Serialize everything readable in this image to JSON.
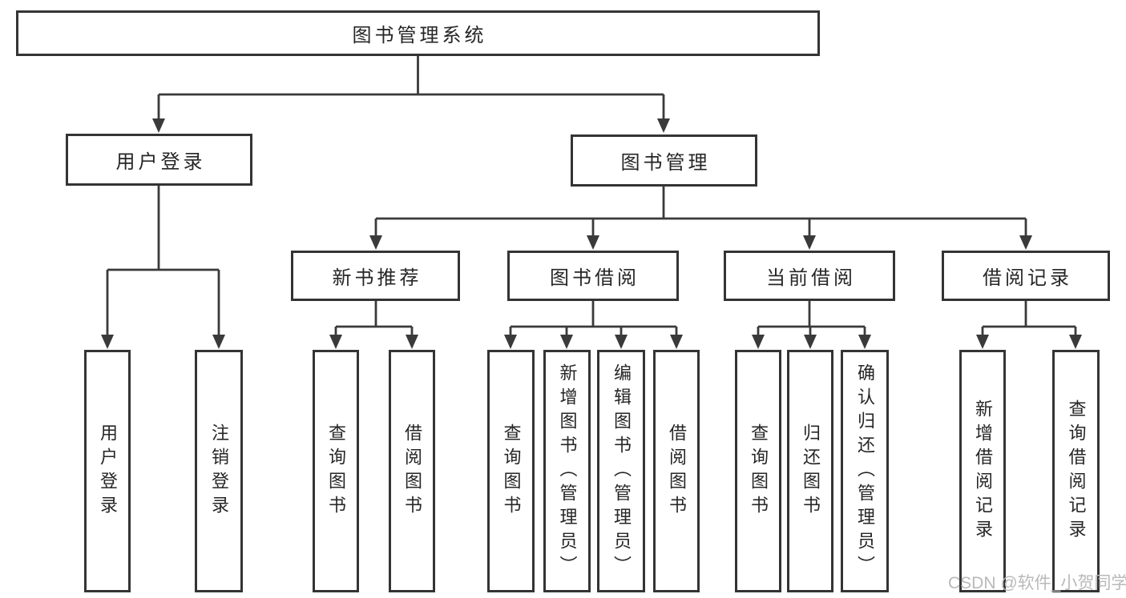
{
  "tree": {
    "root": {
      "label": "图书管理系统"
    },
    "branches": [
      {
        "label": "用户登录",
        "children": [
          "用户登录",
          "注销登录"
        ]
      },
      {
        "label": "图书管理",
        "sections": [
          {
            "label": "新书推荐",
            "children": [
              "查询图书",
              "借阅图书"
            ]
          },
          {
            "label": "图书借阅",
            "children": [
              "查询图书",
              "新增图书（管理员）",
              "编辑图书（管理员）",
              "借阅图书"
            ]
          },
          {
            "label": "当前借阅",
            "children": [
              "查询图书",
              "归还图书",
              "确认归还（管理员）"
            ]
          },
          {
            "label": "借阅记录",
            "children": [
              "新增借阅记录",
              "查询借阅记录"
            ]
          }
        ]
      }
    ]
  },
  "watermark": {
    "text": "CSDN @软件_小贺同学"
  },
  "colors": {
    "line": "#3a3a3a",
    "box_border": "#343434",
    "text": "#262626",
    "watermark": "#b9b9b9",
    "background": "#ffffff"
  }
}
